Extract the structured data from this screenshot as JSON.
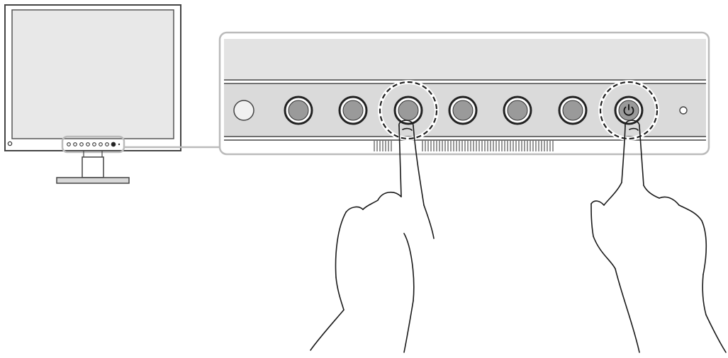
{
  "diagram": {
    "colors": {
      "outline": "#444444",
      "screen": "#e8e8e8",
      "panel_top": "#e3e3e3",
      "panel_strip": "#dadada",
      "callout": "#bbbbbb",
      "hand": "#1a1a1a"
    },
    "monitor": {
      "panel_buttons": 8,
      "power_button_index": 7
    },
    "zoom_panel": {
      "buttons": [
        {
          "kind": "sensor",
          "highlighted": false
        },
        {
          "kind": "key",
          "highlighted": false
        },
        {
          "kind": "key",
          "highlighted": false
        },
        {
          "kind": "key",
          "highlighted": true
        },
        {
          "kind": "key",
          "highlighted": false
        },
        {
          "kind": "key",
          "highlighted": false
        },
        {
          "kind": "key",
          "highlighted": false
        },
        {
          "kind": "power",
          "highlighted": true,
          "icon": "power-icon"
        },
        {
          "kind": "indicator",
          "highlighted": false
        }
      ]
    },
    "hands": [
      {
        "presses_button": 3
      },
      {
        "presses_button": 7
      }
    ]
  }
}
